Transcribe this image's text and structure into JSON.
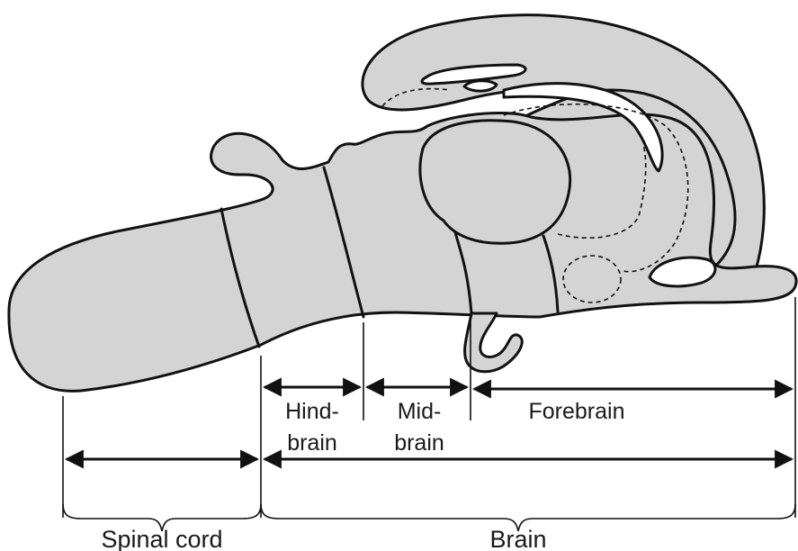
{
  "regions": {
    "hindbrain_line1": "Hind-",
    "hindbrain_line2": "brain",
    "midbrain_line1": "Mid-",
    "midbrain_line2": "brain",
    "forebrain": "Forebrain",
    "spinal_cord": "Spinal cord",
    "brain": "Brain"
  },
  "colors": {
    "tissue_fill": "#d4d4d4",
    "outline": "#111111",
    "background": "#ffffff"
  }
}
